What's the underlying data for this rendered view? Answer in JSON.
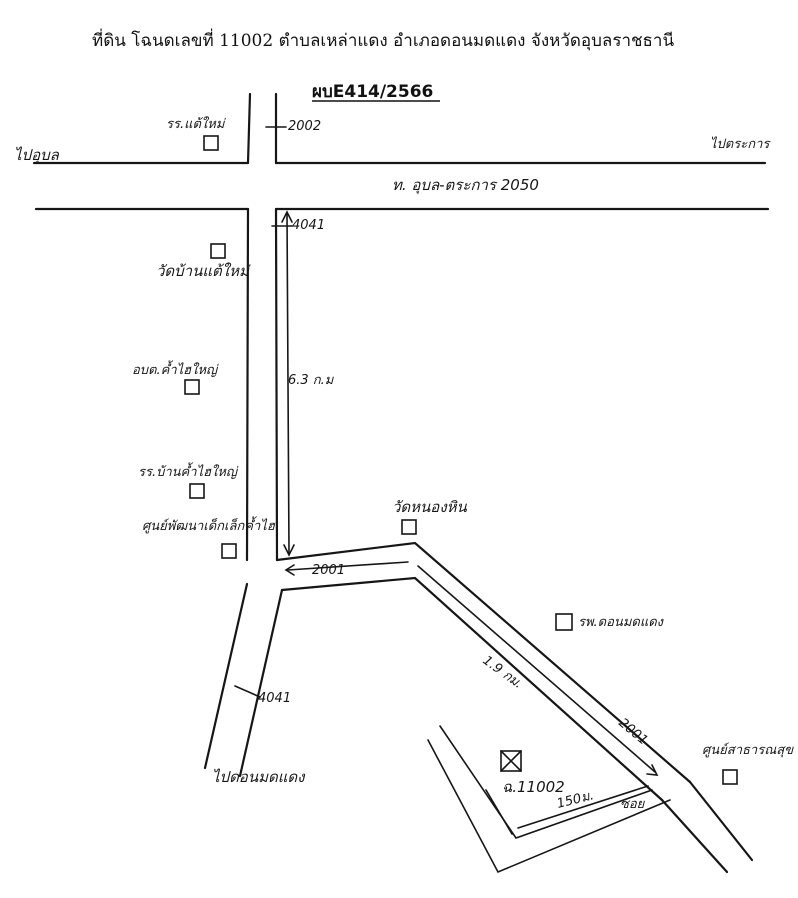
{
  "header": {
    "title": "ที่ดิน โฉนดเลขที่ 11002 ตำบลเหล่าแดง  อำเภอดอนมดแดง จังหวัดอุบลราชธานี",
    "code": "ผบE414/2566"
  },
  "roads": {
    "main_highway": "ท. อุบล-ตระการ 2050",
    "road_2002": "2002",
    "road_4041_top": "4041",
    "road_4041_bottom": "4041",
    "road_2001_a": "2001",
    "road_2001_b": "2001",
    "to_ubon": "ไปอุบล",
    "to_trakan": "ไปตระการ",
    "to_don_mot_daeng": "ไปดอนมดแดง"
  },
  "distances": {
    "d_6_3km": "6.3 ก.ม",
    "d_1_9km": "1.9 กม.",
    "d_150m": "150ม.",
    "d_road_label": "ซอย"
  },
  "landmarks": {
    "school_top": "รร.แต้ใหม่",
    "temple_1": "วัดบ้านแต้ใหม่",
    "sao": "อบต.ค้ำไฮใหญ่",
    "school_2": "รร.บ้านค้ำไฮใหญ่",
    "shrine": "ศูนย์พัฒนาเด็กเล็กค้ำไฮ",
    "temple_2": "วัดหนองหิน",
    "school_3": "รพ.ดอนมดแดง",
    "coop": "ศูนย์สาธารณสุข",
    "parcel": "ฉ.11002"
  }
}
